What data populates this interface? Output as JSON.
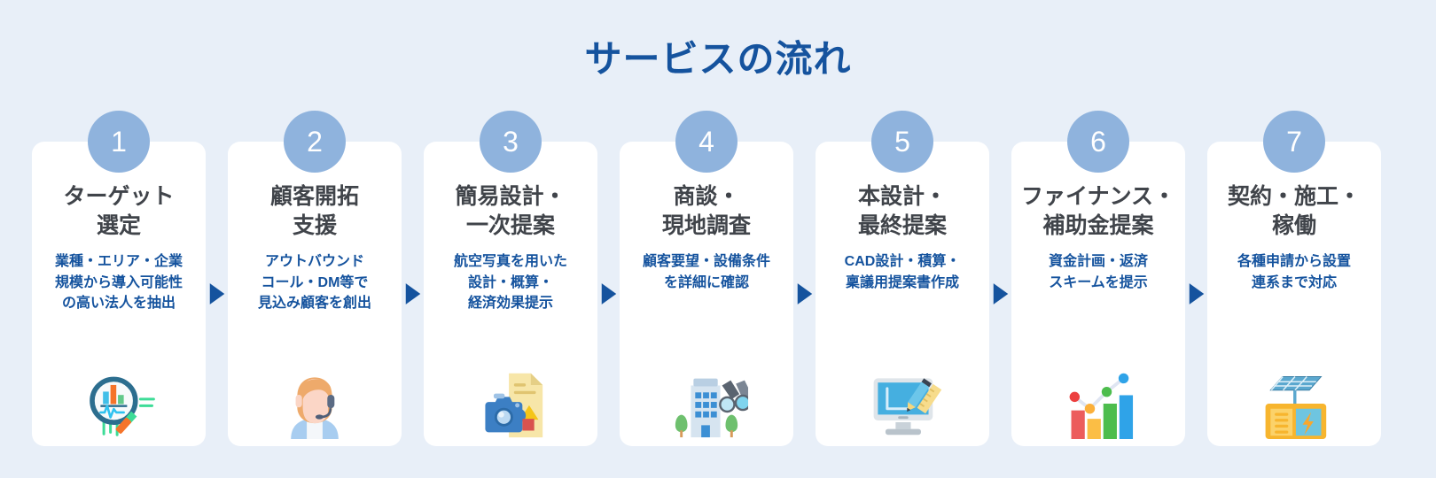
{
  "page": {
    "title": "サービスの流れ",
    "background_color": "#e8eff8",
    "title_color": "#15539e",
    "card_color": "#ffffff",
    "circle_color": "#8fb3dd",
    "arrow_color": "#15539e",
    "step_title_color": "#40444a",
    "step_desc_color": "#15539e"
  },
  "steps": [
    {
      "number": "1",
      "title": "ターゲット\n選定",
      "desc": "業種・エリア・企業\n規模から導入可能性\nの高い法人を抽出",
      "icon": "magnifier-bar-chart-icon"
    },
    {
      "number": "2",
      "title": "顧客開拓\n支援",
      "desc": "アウトバウンド\nコール・DM等で\n見込み顧客を創出",
      "icon": "headset-agent-icon"
    },
    {
      "number": "3",
      "title": "簡易設計・\n一次提案",
      "desc": "航空写真を用いた\n設計・概算・\n経済効果提示",
      "icon": "camera-document-icon"
    },
    {
      "number": "4",
      "title": "商談・\n現地調査",
      "desc": "顧客要望・設備条件\nを詳細に確認",
      "icon": "building-binoculars-icon"
    },
    {
      "number": "5",
      "title": "本設計・\n最終提案",
      "desc": "CAD設計・積算・\n稟議用提案書作成",
      "icon": "monitor-cad-icon"
    },
    {
      "number": "6",
      "title": "ファイナンス・\n補助金提案",
      "desc": "資金計画・返済\nスキームを提示",
      "icon": "bar-line-chart-icon"
    },
    {
      "number": "7",
      "title": "契約・施工・\n稼働",
      "desc": "各種申請から設置\n連系まで対応",
      "icon": "solar-panel-inverter-icon"
    }
  ],
  "arrows": [
    {
      "name": "arrow-1-to-2"
    },
    {
      "name": "arrow-2-to-3"
    },
    {
      "name": "arrow-3-to-4"
    },
    {
      "name": "arrow-4-to-5"
    },
    {
      "name": "arrow-5-to-6"
    },
    {
      "name": "arrow-6-to-7"
    }
  ]
}
